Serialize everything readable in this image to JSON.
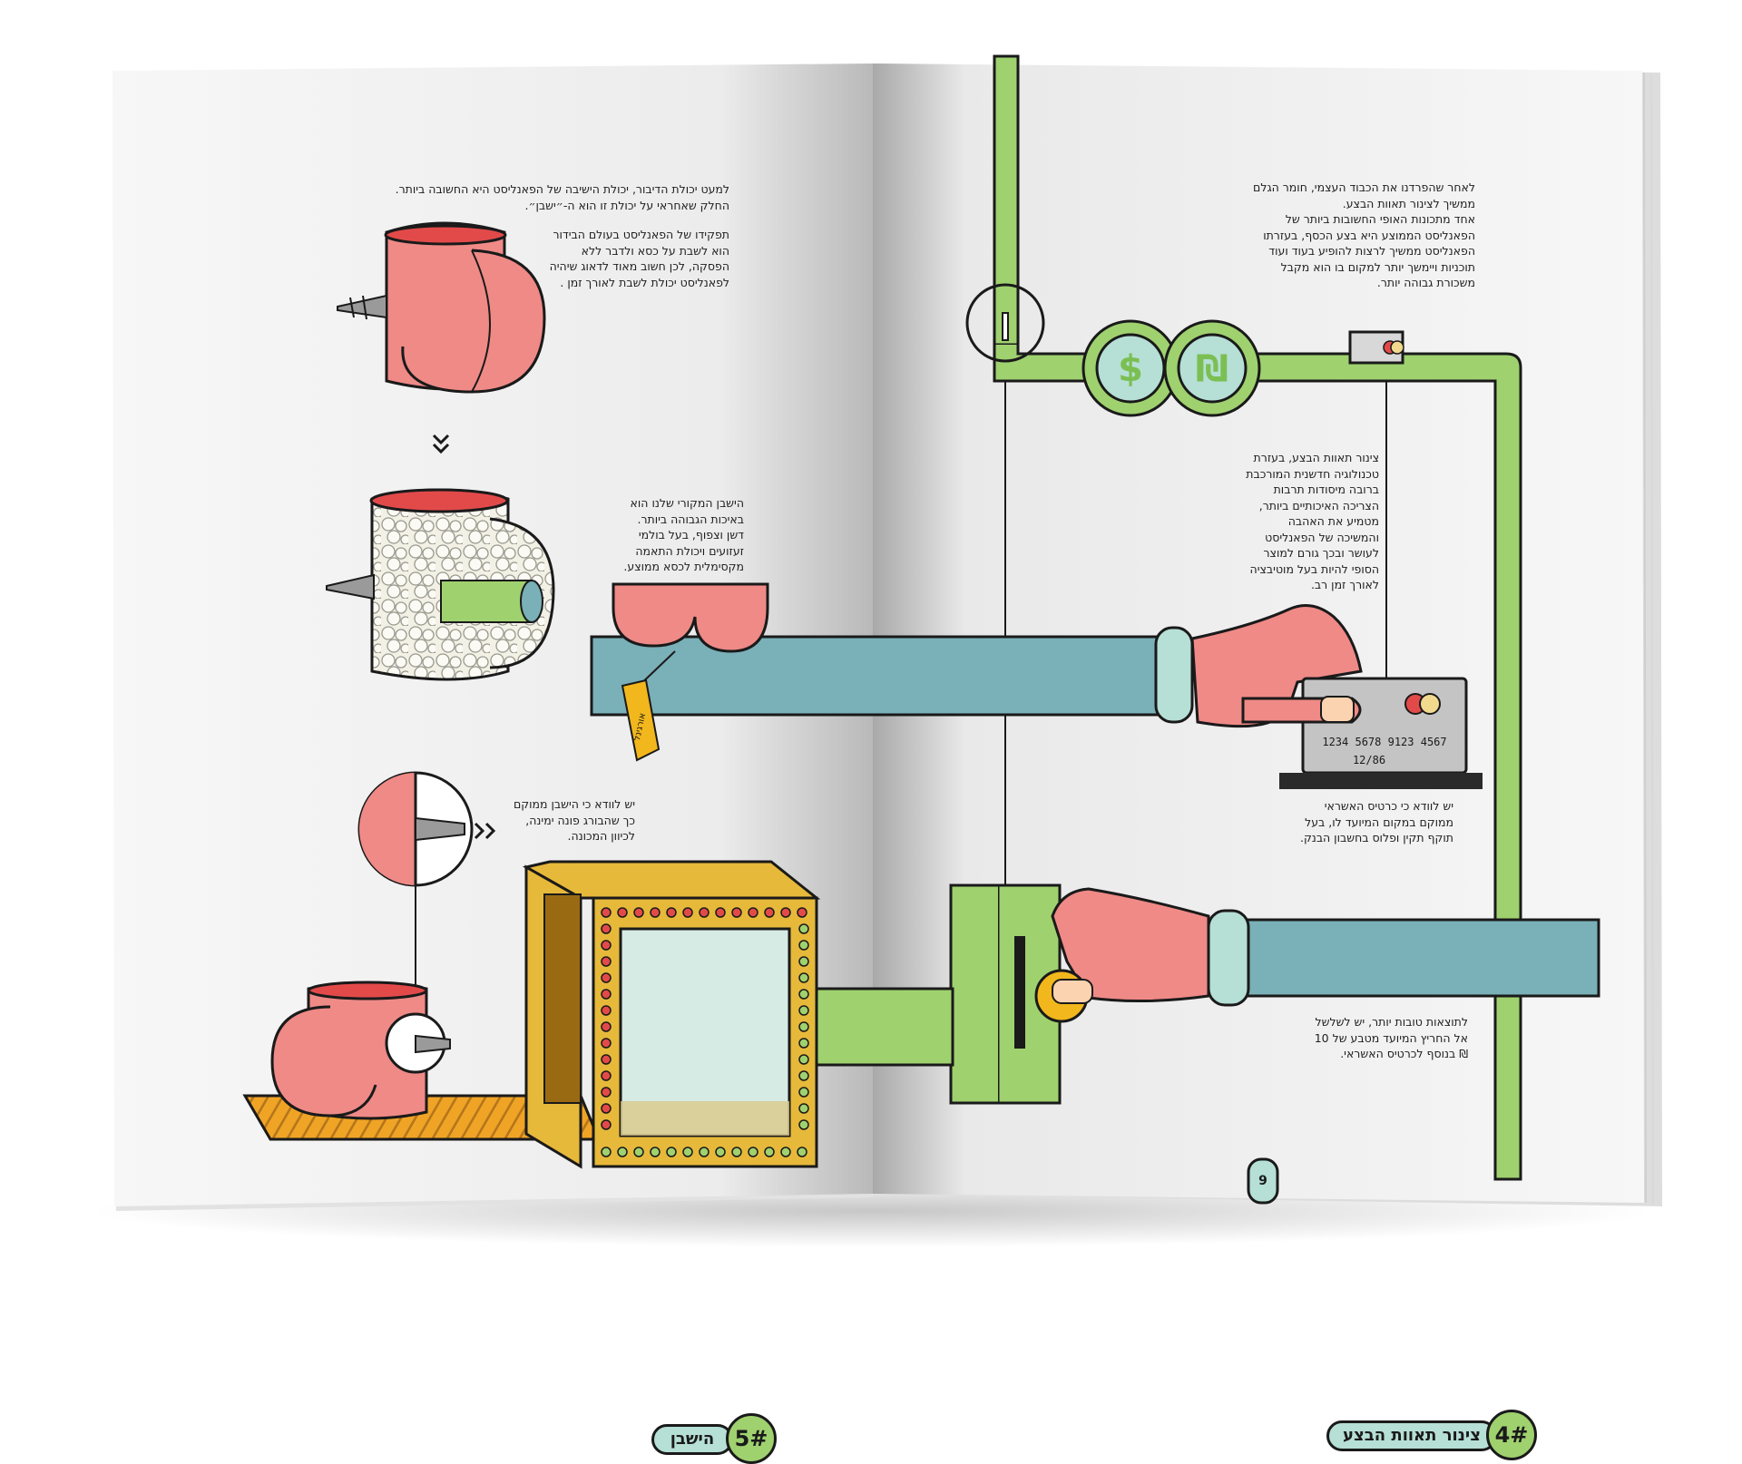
{
  "colors": {
    "pink": "#ef8a87",
    "pink_light": "#f4a6a2",
    "teal": "#7ab0b8",
    "green": "#9fd16f",
    "mint": "#b6dfd6",
    "gold": "#e7b93a",
    "outline": "#1a1a1a",
    "page": "#f7f7f7"
  },
  "left_page": {
    "section_number": "5#",
    "section_title": "הישבן",
    "intro_lines": [
      "למעט יכולת הדיבור, יכולת הישיבה של הפאנליסט היא החשובה ביותר.",
      "החלק שאחראי על יכולת זו הוא ה-״ישבן״."
    ],
    "role_lines": [
      "תפקידו של הפאנליסט בעולם הבידור",
      "הוא לשבת על כסא ולדבר ללא",
      "הפסקה, לכן חשוב מאוד לדאוג שיהיה",
      "לפאנליסט יכולת לשבת לאורך זמן ."
    ],
    "ideal_lines": [
      "הישבן המקורי שלנו הוא",
      "באיכות הגבוהה ביותר.",
      "דשן וצפוף, בעל בולמי",
      "זעזועים ויכולת התאמה",
      "מקסימלית לכסא ממוצע."
    ],
    "screw_lines": [
      "יש לוודא כי הישבן ממוקם",
      "כך שהבורג פונה ימינה,",
      "לכיוון המכונה."
    ],
    "tag_label": "אורגינל"
  },
  "right_page": {
    "section_number": "4#",
    "section_title": "צינור תאוות הבצע",
    "intro_lines": [
      "לאחר שהפרדנו את הכבוד העצמי, חומר הגלם",
      "ממשיך לצינור תאוות הבצע.",
      "אחד מתכונות האופי החשובות ביותר של",
      "הפאנליסט הממוצע היא בצע הכסף, בעזרתו",
      "הפאנליסט ממשיך לרצות להופיע בעוד ועוד",
      "תוכניות ויימשך יותר למקום בו הוא מקבל",
      "משכורת גבוהה יותר."
    ],
    "pipe_lines": [
      "צינור תאוות הבצע, בעזרת",
      "טכנולוגיה חדשנית המורכבת",
      "ברובה מיסודות תרבות",
      "הצריכה האיכותיים ביותר,",
      "מטמיע את האהבה",
      "והמשיכה של הפאנליסט",
      "לעושר ובכך גורם למוצר",
      "הסופי להיות בעל מוטיבציה",
      "לאורך זמן רב."
    ],
    "card_lines": [
      "יש לוודא כי כרטיס האשראי",
      "ממוקם במקום המיועד לו, בעל",
      "תוקף תקין ופלוס בחשבון הבנק."
    ],
    "coin_lines": [
      "לתוצאות טובות יותר, יש לשלשל",
      "אל החריץ המיועד מטבע של 10",
      "₪ בנוסף לכרטיס האשראי."
    ],
    "card_number": "1234  5678  9123  4567",
    "card_expiry": "12/86",
    "currency_dollar_icon": "dollar-sign-icon",
    "currency_shekel_icon": "shekel-sign-icon",
    "page_number": "9"
  }
}
